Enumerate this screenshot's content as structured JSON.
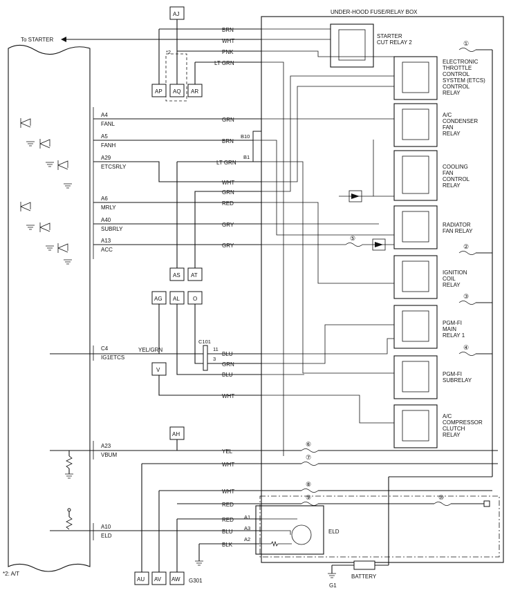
{
  "title": "UNDER-HOOD FUSE/RELAY BOX",
  "to_starter": "To STARTER",
  "footnote": "*2: A/T",
  "note_marker": "*2",
  "connectors": {
    "AJ": "AJ",
    "AP": "AP",
    "AQ": "AQ",
    "AR": "AR",
    "AS": "AS",
    "AT": "AT",
    "AG": "AG",
    "AL": "AL",
    "O": "O",
    "V": "V",
    "AH": "AH",
    "AU": "AU",
    "AV": "AV",
    "AW": "AW"
  },
  "ground_g301": "G301",
  "ground_g1": "G1",
  "battery": "BATTERY",
  "eld": "ELD",
  "c101": "C101",
  "c101_pins": [
    "11",
    "3"
  ],
  "b_pins": [
    "B10",
    "B1"
  ],
  "eld_pins": [
    "A1",
    "A3",
    "A2"
  ],
  "fuses": [
    "①",
    "②",
    "③",
    "④",
    "⑤",
    "⑥",
    "⑦",
    "⑧",
    "⑨",
    "⑩"
  ],
  "wires": {
    "brn_top": "BRN",
    "wht_top": "WHT",
    "pnk": "PNK",
    "ltgrn_top": "LT GRN",
    "grn_a4": "GRN",
    "brn_a5": "BRN",
    "ltgrn_a29": "LT GRN",
    "wht_a29": "WHT",
    "grn_mid": "GRN",
    "red_a6": "RED",
    "gry_a40": "GRY",
    "gry_a13": "GRY",
    "yelgrn": "YEL/GRN",
    "blu_c4": "BLU",
    "grn_c4": "GRN",
    "blu_c4b": "BLU",
    "wht_v": "WHT",
    "yel_a23": "YEL",
    "wht_a23": "WHT",
    "wht_8": "WHT",
    "red_9": "RED",
    "red_eld": "RED",
    "blu_eld": "BLU",
    "blk_eld": "BLK"
  },
  "ecm_pins": [
    {
      "pin": "A4",
      "name": "FANL"
    },
    {
      "pin": "A5",
      "name": "FANH"
    },
    {
      "pin": "A29",
      "name": "ETCSRLY"
    },
    {
      "pin": "A6",
      "name": "MRLY"
    },
    {
      "pin": "A40",
      "name": "SUBRLY"
    },
    {
      "pin": "A13",
      "name": "ACC"
    },
    {
      "pin": "C4",
      "name": "IG1ETCS"
    },
    {
      "pin": "A23",
      "name": "VBUM"
    },
    {
      "pin": "A10",
      "name": "ELD"
    }
  ],
  "relays": [
    {
      "lines": [
        "STARTER",
        "CUT RELAY 2"
      ]
    },
    {
      "lines": [
        "ELECTRONIC",
        "THROTTLE",
        "CONTROL",
        "SYSTEM (ETCS)",
        "CONTROL",
        "RELAY"
      ]
    },
    {
      "lines": [
        "A/C",
        "CONDENSER",
        "FAN",
        "RELAY"
      ]
    },
    {
      "lines": [
        "COOLING",
        "FAN",
        "CONTROL",
        "RELAY"
      ]
    },
    {
      "lines": [
        "RADIATOR",
        "FAN RELAY"
      ]
    },
    {
      "lines": [
        "IGNITION",
        "COIL",
        "RELAY"
      ]
    },
    {
      "lines": [
        "PGM-FI",
        "MAIN",
        "RELAY 1"
      ]
    },
    {
      "lines": [
        "PGM-FI",
        "SUBRELAY"
      ]
    },
    {
      "lines": [
        "A/C",
        "COMPRESSOR",
        "CLUTCH",
        "RELAY"
      ]
    }
  ]
}
